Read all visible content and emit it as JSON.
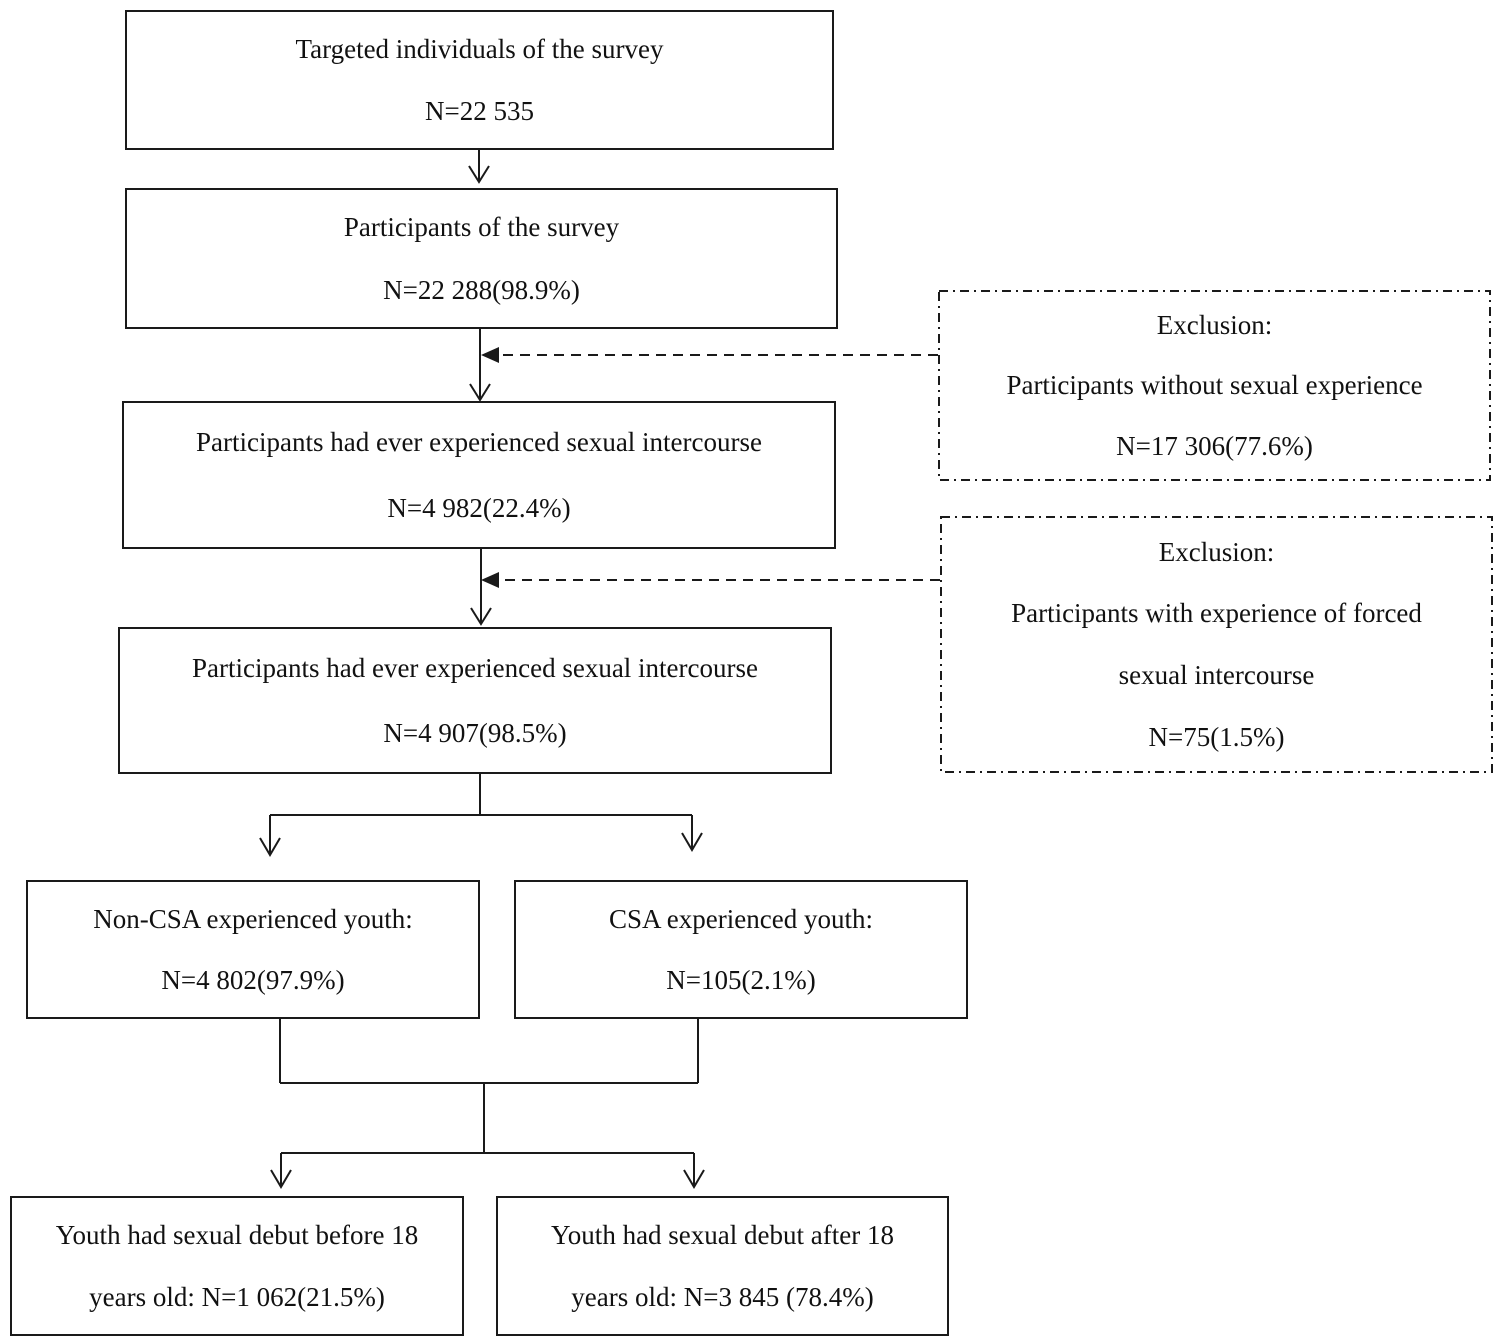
{
  "boxes": {
    "targeted": {
      "line1": "Targeted individuals of the survey",
      "line2": "N=22 535"
    },
    "participants": {
      "line1": "Participants of the survey",
      "line2": "N=22 288(98.9%)"
    },
    "sexual_ever": {
      "line1": "Participants had ever experienced sexual intercourse",
      "line2": "N=4 982(22.4%)"
    },
    "sexual_ever_2": {
      "line1": "Participants had ever experienced sexual intercourse",
      "line2": "N=4 907(98.5%)"
    },
    "exclusion_1": {
      "line1": "Exclusion:",
      "line2": "Participants without sexual experience",
      "line3": "N=17 306(77.6%)"
    },
    "exclusion_2": {
      "line1": "Exclusion:",
      "line2": "Participants with experience of forced",
      "line3": "sexual intercourse",
      "line4": "N=75(1.5%)"
    },
    "non_csa": {
      "line1": "Non-CSA experienced youth:",
      "line2": "N=4 802(97.9%)"
    },
    "csa": {
      "line1": "CSA experienced youth:",
      "line2": "N=105(2.1%)"
    },
    "debut_before": {
      "line1": "Youth had sexual debut before 18",
      "line2": "years old: N=1 062(21.5%)"
    },
    "debut_after": {
      "line1": "Youth had sexual debut after 18",
      "line2": "years old: N=3 845 (78.4%)"
    }
  }
}
